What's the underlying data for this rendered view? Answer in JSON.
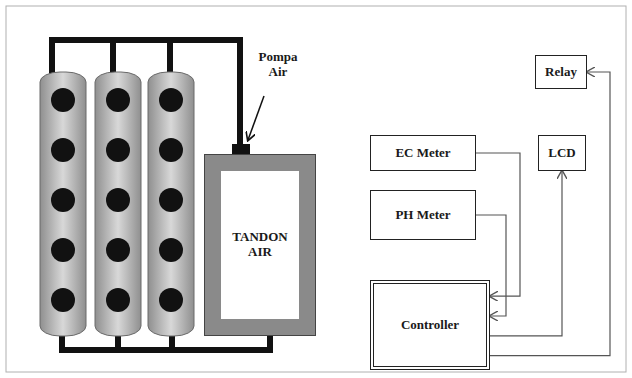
{
  "diagram": {
    "nodes": [
      {
        "text": [
          "Relay"
        ]
      },
      {
        "text": [
          "TANDON AIR"
        ]
      },
      {
        "text": [
          "EC Meter"
        ]
      },
      {
        "text": [
          "LCD"
        ]
      },
      {
        "text": [
          "PH Meter"
        ]
      },
      {
        "text": [
          "Controller"
        ]
      }
    ],
    "edges": [
      {
        "from": 2,
        "to": 5,
        "arrow": "to"
      },
      {
        "from": 4,
        "to": 5,
        "arrow": "to"
      },
      {
        "from": 5,
        "to": 3,
        "arrow": "to"
      },
      {
        "from": 5,
        "to": 0,
        "arrow": "to"
      }
    ],
    "labels": [
      "Pompa Air"
    ]
  }
}
